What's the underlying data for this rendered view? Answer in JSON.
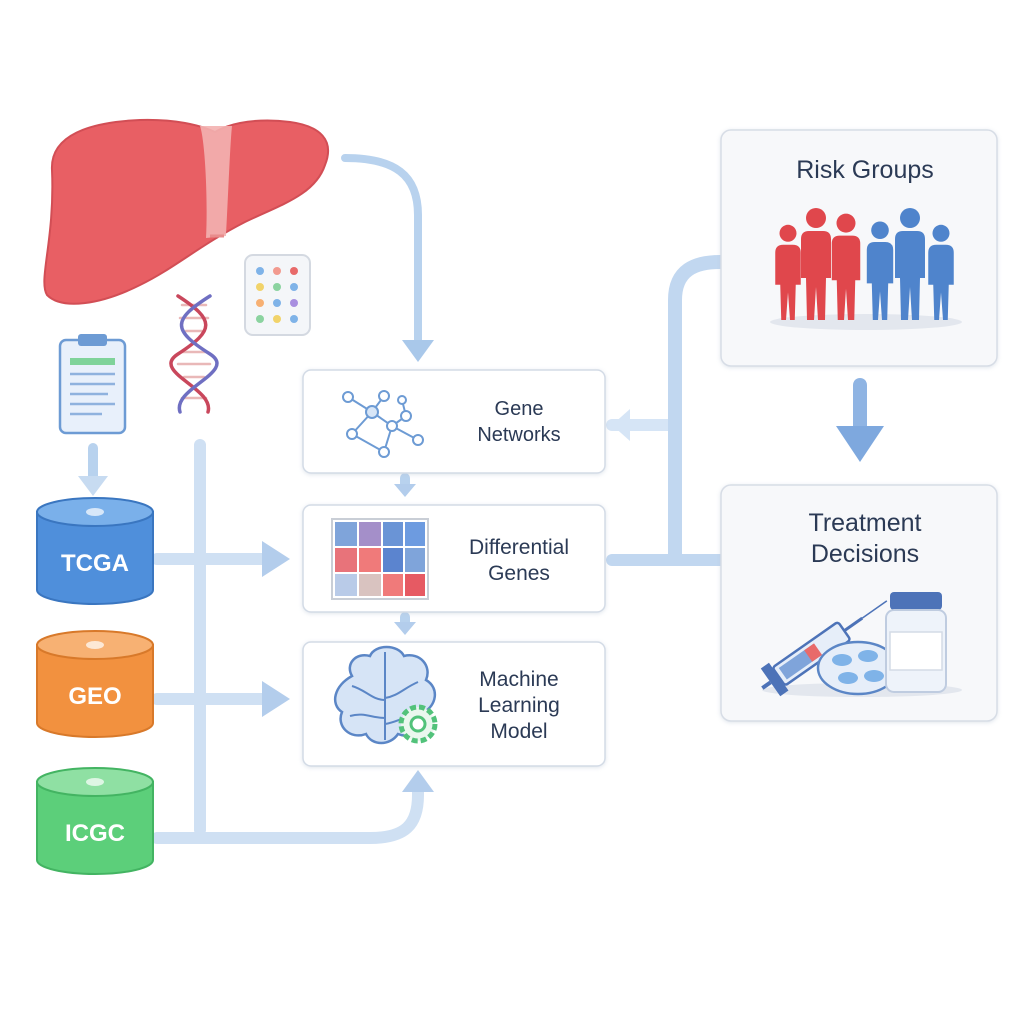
{
  "sources": [
    {
      "id": "tcga",
      "label": "TCGA",
      "color": "#4f8fdb",
      "top_color": "#7ab0ea",
      "stroke": "#3a76c0"
    },
    {
      "id": "geo",
      "label": "GEO",
      "color": "#f2913f",
      "top_color": "#f7b173",
      "stroke": "#d8792a"
    },
    {
      "id": "icgc",
      "label": "ICGC",
      "color": "#5ccf7a",
      "top_color": "#8fe0a3",
      "stroke": "#43b462"
    }
  ],
  "analysis": [
    {
      "id": "gene-networks",
      "lines": [
        "Gene",
        "Networks"
      ],
      "icon": "network-icon"
    },
    {
      "id": "differential-genes",
      "lines": [
        "Differential",
        "Genes"
      ],
      "icon": "heatmap-icon"
    },
    {
      "id": "ml-model",
      "lines": [
        "Machine",
        "Learning",
        "Model"
      ],
      "icon": "brain-gear-icon"
    }
  ],
  "outcomes": {
    "risk_groups": {
      "label": "Risk Groups",
      "icon": "people-icon"
    },
    "treatment": {
      "lines": [
        "Treatment",
        "Decisions"
      ],
      "icon": "medication-icon"
    }
  },
  "inputs": {
    "organ": "liver-icon",
    "record": "clipboard-icon",
    "dna": "dna-helix-icon",
    "assay": "assay-plate-icon"
  },
  "colors": {
    "arrow": "#a9c8ea",
    "box_border": "#d3dbe6",
    "liver": "#e85f64",
    "risk_high": "#e0474c",
    "risk_low": "#4f84cc"
  }
}
